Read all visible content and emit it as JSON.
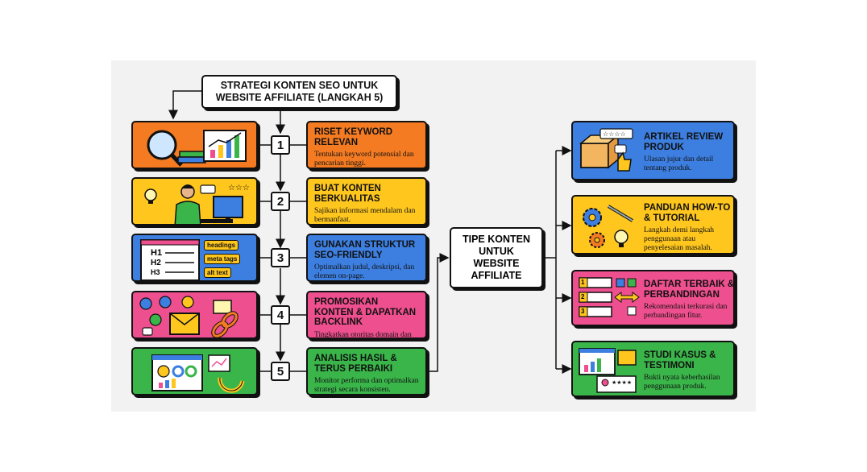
{
  "title": "STRATEGI KONTEN SEO UNTUK WEBSITE AFFILIATE (LANGKAH 5)",
  "steps": [
    {
      "num": "1",
      "title": "RISET KEYWORD RELEVAN",
      "desc": "Tentukan keyword potensial dan pencarian tinggi."
    },
    {
      "num": "2",
      "title": "BUAT KONTEN BERKUALITAS",
      "desc": "Sajikan informasi mendalam dan bermanfaat."
    },
    {
      "num": "3",
      "title": "GUNAKAN STRUKTUR SEO-FRIENDLY",
      "desc": "Optimalkan judul, deskripsi, dan elemen on-page."
    },
    {
      "num": "4",
      "title": "PROMOSIKAN KONTEN & DAPATKAN BACKLINK",
      "desc": "Tingkatkan otoritas domain dan jangkauan audiens."
    },
    {
      "num": "5",
      "title": "ANALISIS HASIL & TERUS PERBAIKI",
      "desc": "Monitor performa dan optimalkan strategi secara konsisten."
    }
  ],
  "center": "TIPE KONTEN UNTUK WEBSITE AFFILIATE",
  "types": [
    {
      "title": "ARTIKEL REVIEW PRODUK",
      "desc": "Ulasan jujur dan detail tentang produk."
    },
    {
      "title": "PANDUAN HOW-TO & TUTORIAL",
      "desc": "Langkah demi langkah penggunaan atau penyelesaian masalah."
    },
    {
      "title": "DAFTAR TERBAIK & PERBANDINGAN",
      "desc": "Rekomendasi terkurasi dan perbandingan fitur."
    },
    {
      "title": "STUDI KASUS & TESTIMONI",
      "desc": "Bukti nyata keberhasilan penggunaan produk."
    }
  ],
  "seo_tags": {
    "h1": "H1",
    "h2": "H2",
    "h3": "H3",
    "headings": "headings",
    "meta": "meta tags",
    "alt": "alt text"
  },
  "list_nums": [
    "1",
    "2",
    "3"
  ],
  "colors": {
    "orange": "#f47b22",
    "yellow": "#ffc61e",
    "blue": "#3d7fe0",
    "pink": "#ee4f8e",
    "green": "#3ab54a"
  },
  "icons": [
    "magnifier-books-chart-icon",
    "person-computer-icon",
    "seo-structure-icon",
    "social-link-icon",
    "analytics-cycle-icon",
    "product-box-review-icon",
    "gears-bulb-icon",
    "checklist-compare-icon",
    "case-study-chart-icon"
  ]
}
